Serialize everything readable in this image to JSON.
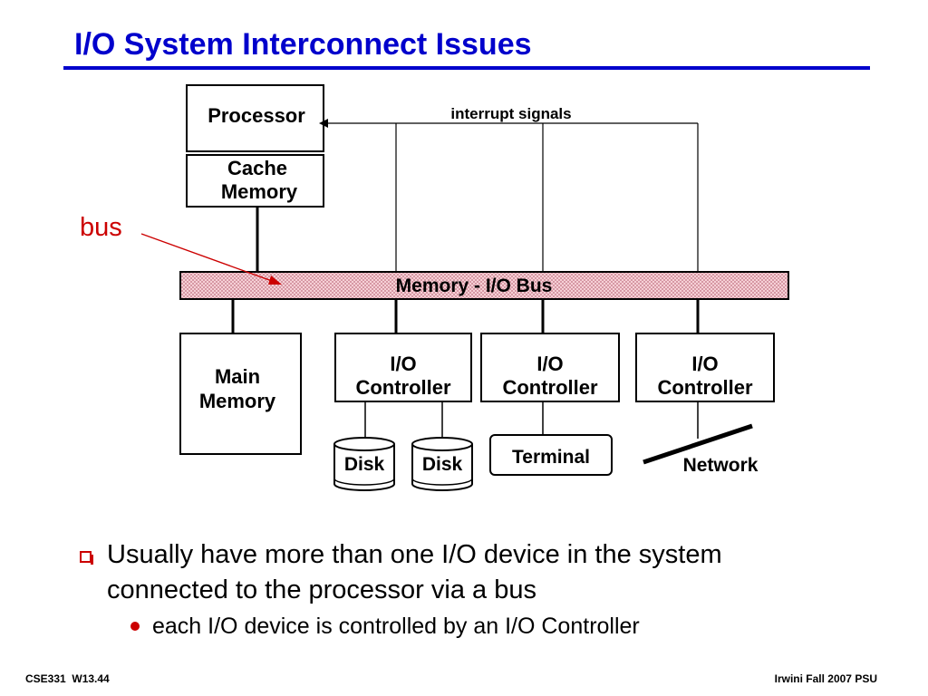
{
  "slide": {
    "title": "I/O System Interconnect Issues",
    "footer_left": "CSE331  W13.44",
    "footer_right": "Irwini Fall 2007 PSU"
  },
  "diagram": {
    "processor": "Processor",
    "cache_line1": "Cache",
    "cache_line2": "Memory",
    "interrupt_label": "interrupt signals",
    "bus_label": "bus",
    "bus_name": "Memory - I/O Bus",
    "main_memory_line1": "Main",
    "main_memory_line2": "Memory",
    "io_controllers": [
      {
        "line1": "I/O",
        "line2": "Controller"
      },
      {
        "line1": "I/O",
        "line2": "Controller"
      },
      {
        "line1": "I/O",
        "line2": "Controller"
      }
    ],
    "disks": [
      "Disk",
      "Disk"
    ],
    "terminal": "Terminal",
    "network": "Network"
  },
  "bullets": {
    "main": "Usually have more than one I/O device in the system connected to the processor via a bus",
    "sub": "each I/O device is controlled by an I/O Controller"
  },
  "colors": {
    "title": "#0000cc",
    "accent": "#cc0000",
    "bus_fill": "#f2c4cc"
  }
}
